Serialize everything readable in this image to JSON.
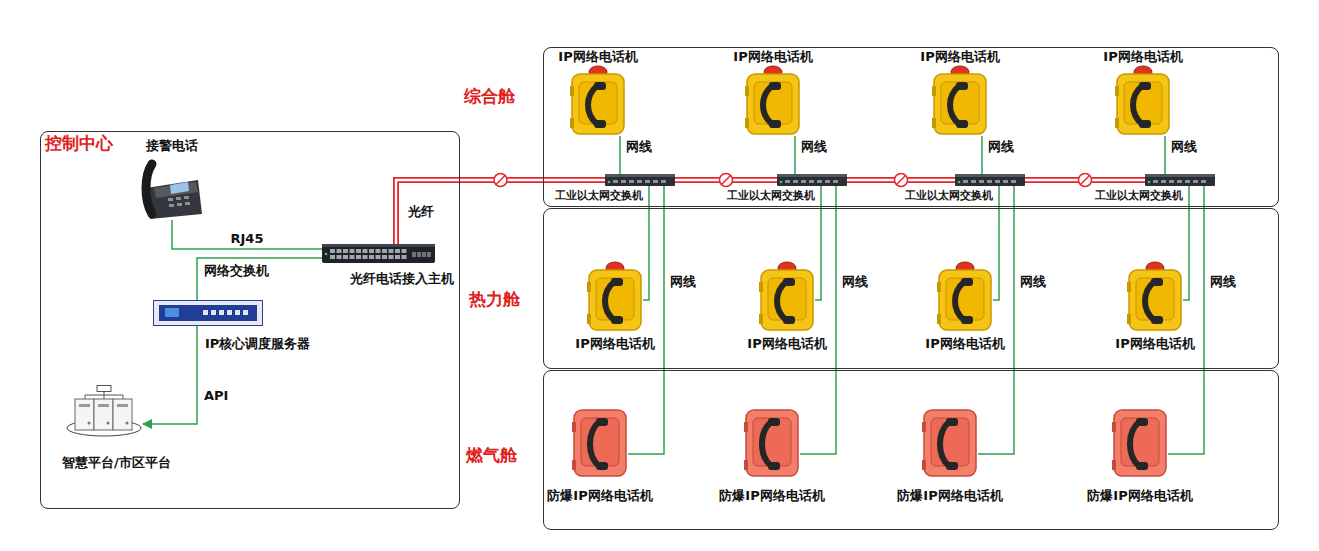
{
  "diagram": {
    "nodes": [
      {
        "text": [
          "控制中心"
        ]
      },
      {
        "text": [
          "接警电话"
        ],
        "in": 0
      },
      {
        "text": [
          "光纤电话接入主机"
        ],
        "in": 0
      },
      {
        "text": [
          "IP核心调度服务器"
        ],
        "in": 0
      },
      {
        "text": [
          "智慧平台/市区平台"
        ],
        "in": 0
      },
      {
        "text": [
          "综合舱"
        ]
      },
      {
        "text": [
          "IP网络电话机"
        ],
        "in": 5
      },
      {
        "text": [
          "IP网络电话机"
        ],
        "in": 5
      },
      {
        "text": [
          "IP网络电话机"
        ],
        "in": 5
      },
      {
        "text": [
          "IP网络电话机"
        ],
        "in": 5
      },
      {
        "text": [
          "工业以太网交换机"
        ],
        "in": 5
      },
      {
        "text": [
          "工业以太网交换机"
        ],
        "in": 5
      },
      {
        "text": [
          "工业以太网交换机"
        ],
        "in": 5
      },
      {
        "text": [
          "工业以太网交换机"
        ],
        "in": 5
      },
      {
        "text": [
          "热力舱"
        ]
      },
      {
        "text": [
          "IP网络电话机"
        ],
        "in": 14
      },
      {
        "text": [
          "IP网络电话机"
        ],
        "in": 14
      },
      {
        "text": [
          "IP网络电话机"
        ],
        "in": 14
      },
      {
        "text": [
          "IP网络电话机"
        ],
        "in": 14
      },
      {
        "text": [
          "燃气舱"
        ]
      },
      {
        "text": [
          "防爆IP网络电话机"
        ],
        "in": 19
      },
      {
        "text": [
          "防爆IP网络电话机"
        ],
        "in": 19
      },
      {
        "text": [
          "防爆IP网络电话机"
        ],
        "in": 19
      },
      {
        "text": [
          "防爆IP网络电话机"
        ],
        "in": 19
      }
    ],
    "edges": [
      {
        "from": 1,
        "to": 2,
        "label": "RJ45",
        "arrow": "none"
      },
      {
        "from": 2,
        "to": 3,
        "label": "网络交换机",
        "arrow": "none"
      },
      {
        "from": 3,
        "to": 4,
        "label": "API",
        "arrow": "to"
      },
      {
        "from": 2,
        "to": 10,
        "label": "光纤",
        "arrow": "none"
      },
      {
        "from": 10,
        "to": 11,
        "arrow": "none"
      },
      {
        "from": 11,
        "to": 12,
        "arrow": "none"
      },
      {
        "from": 12,
        "to": 13,
        "arrow": "none"
      },
      {
        "from": 6,
        "to": 10,
        "label": "网线",
        "arrow": "none"
      },
      {
        "from": 7,
        "to": 11,
        "label": "网线",
        "arrow": "none"
      },
      {
        "from": 8,
        "to": 12,
        "label": "网线",
        "arrow": "none"
      },
      {
        "from": 9,
        "to": 13,
        "label": "网线",
        "arrow": "none"
      },
      {
        "from": 10,
        "to": 15,
        "arrow": "none"
      },
      {
        "from": 11,
        "to": 16,
        "arrow": "none"
      },
      {
        "from": 12,
        "to": 17,
        "arrow": "none"
      },
      {
        "from": 13,
        "to": 18,
        "arrow": "none"
      },
      {
        "from": 10,
        "to": 20,
        "label": "网线",
        "arrow": "none"
      },
      {
        "from": 11,
        "to": 21,
        "label": "网线",
        "arrow": "none"
      },
      {
        "from": 12,
        "to": 22,
        "label": "网线",
        "arrow": "none"
      },
      {
        "from": 13,
        "to": 23,
        "label": "网线",
        "arrow": "none"
      }
    ]
  }
}
